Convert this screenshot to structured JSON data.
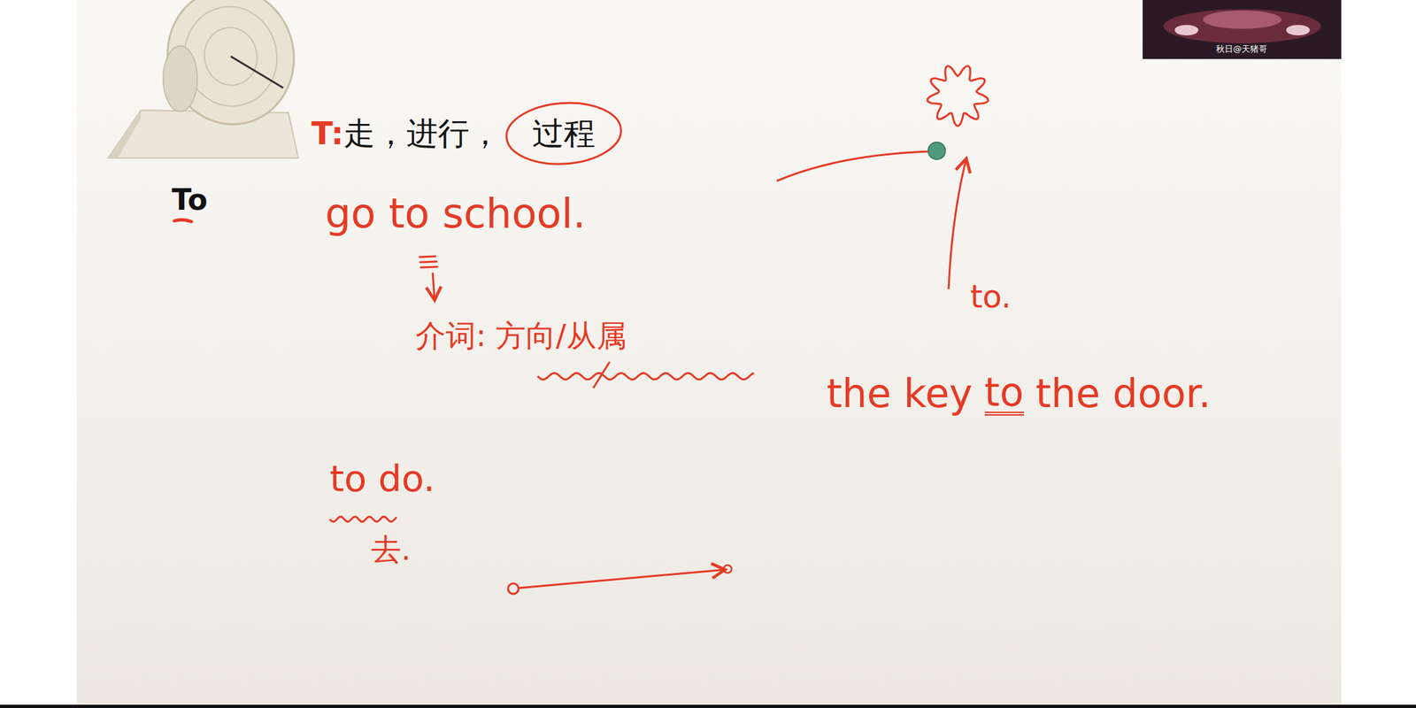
{
  "diagram": {
    "nodes": [
      {
        "text": [
          "过程"
        ]
      }
    ],
    "labels": [
      "To",
      "T:",
      "走，进行，",
      "go to school.",
      "介词: 方向/从属",
      "the key",
      "to",
      "the door.",
      "to.",
      "to do.",
      "去.",
      "秋日@天猪哥"
    ]
  }
}
